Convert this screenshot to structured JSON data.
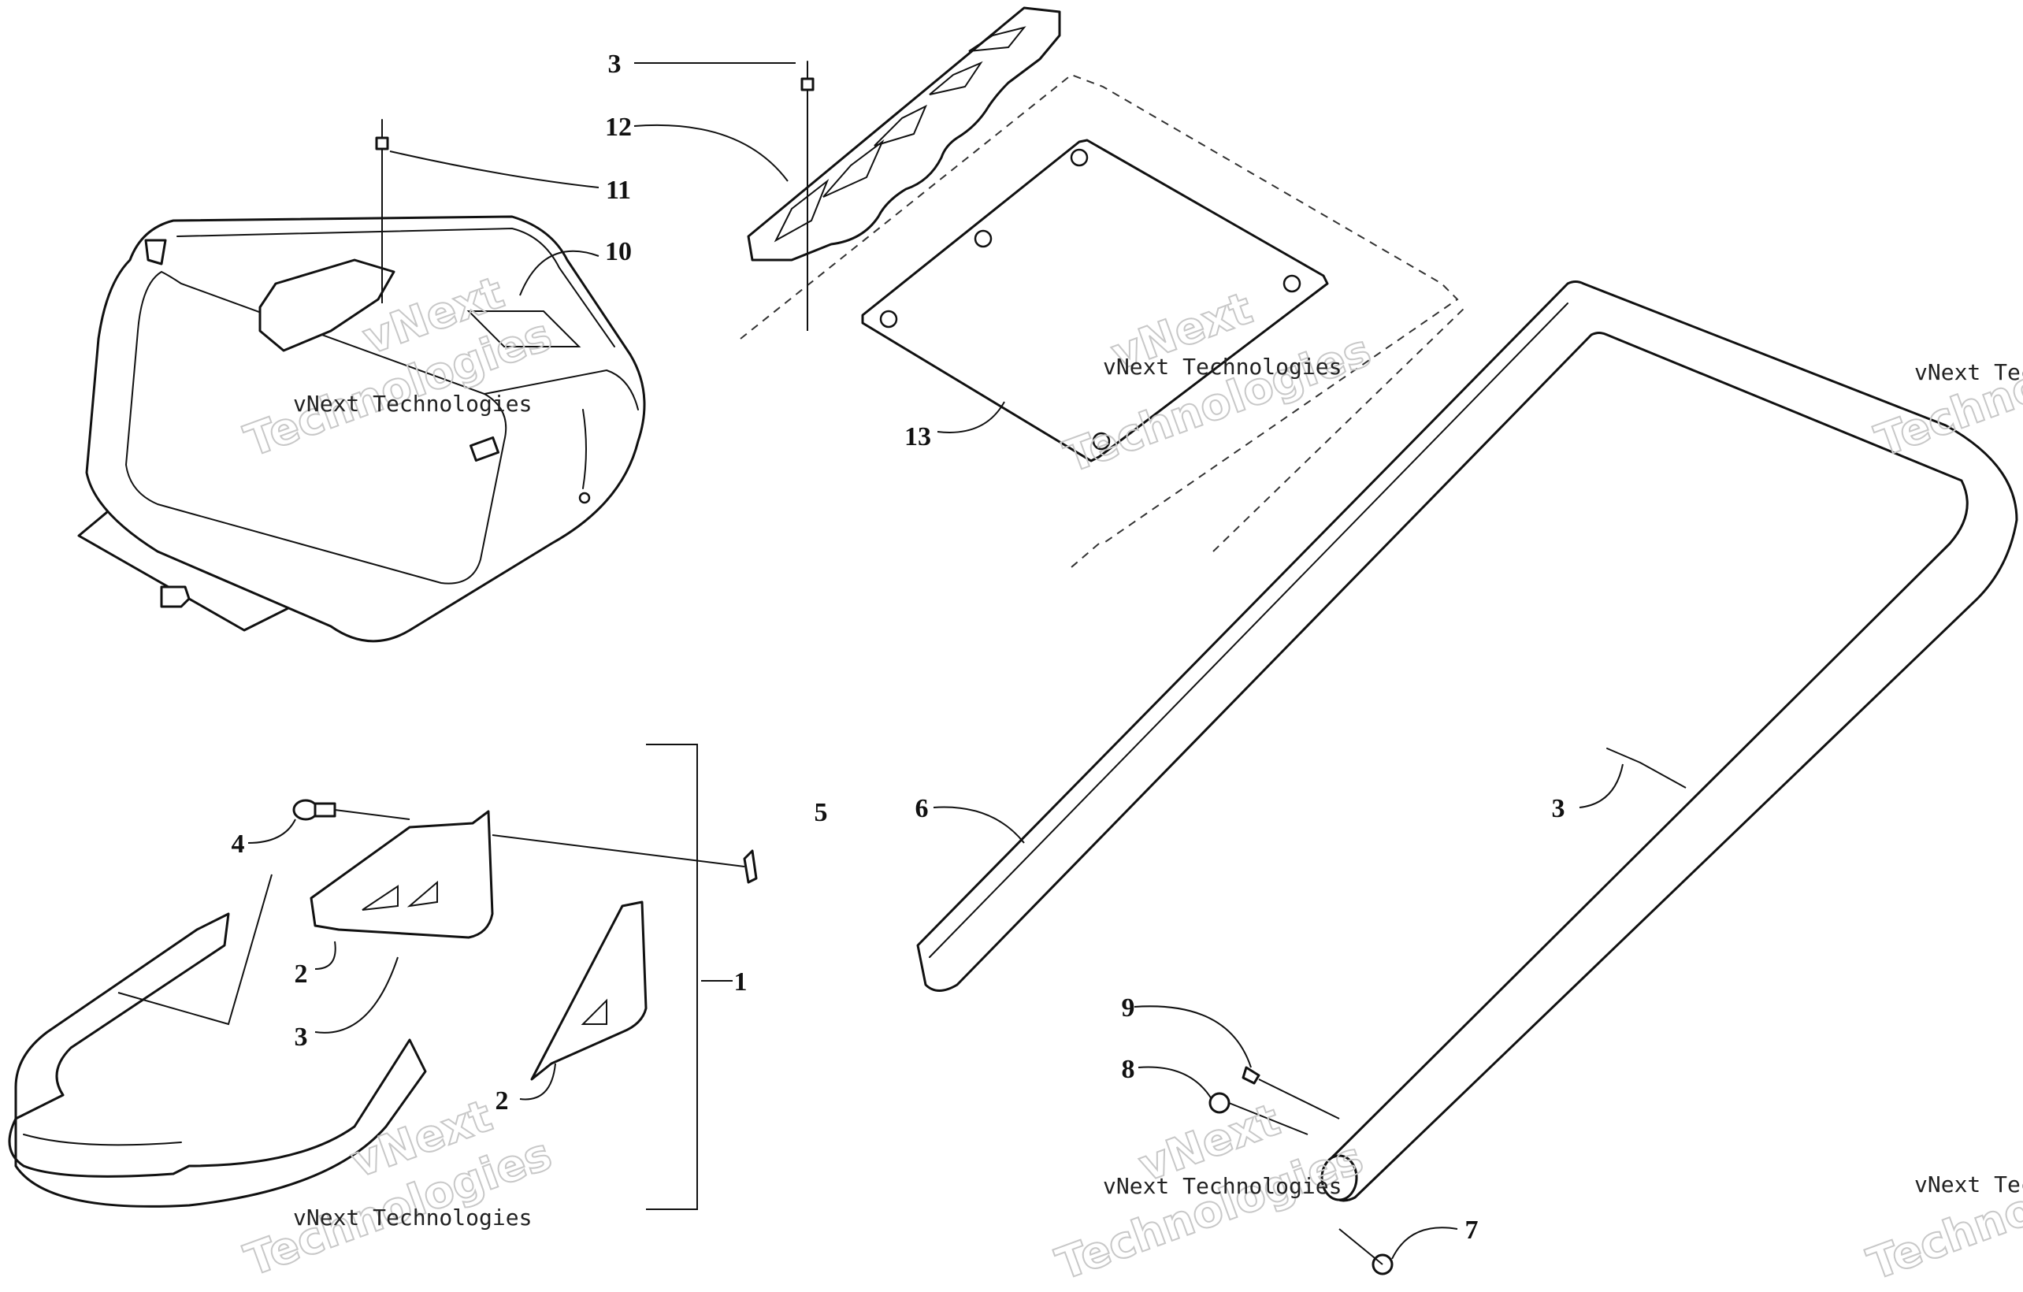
{
  "watermark": {
    "caption": "vNext Technologies",
    "brand_word": "vNext",
    "second_word": "Technologies"
  },
  "callouts": [
    {
      "id": "c3-top",
      "label": "3"
    },
    {
      "id": "c12",
      "label": "12"
    },
    {
      "id": "c11",
      "label": "11"
    },
    {
      "id": "c10",
      "label": "10"
    },
    {
      "id": "c13",
      "label": "13"
    },
    {
      "id": "c5",
      "label": "5"
    },
    {
      "id": "c4",
      "label": "4"
    },
    {
      "id": "c1",
      "label": "1"
    },
    {
      "id": "c2-upper",
      "label": "2"
    },
    {
      "id": "c3-left",
      "label": "3"
    },
    {
      "id": "c2-lower",
      "label": "2"
    },
    {
      "id": "c6",
      "label": "6"
    },
    {
      "id": "c3-right",
      "label": "3"
    },
    {
      "id": "c9",
      "label": "9"
    },
    {
      "id": "c8",
      "label": "8"
    },
    {
      "id": "c7",
      "label": "7"
    }
  ],
  "colors": {
    "line": "#111111",
    "watermark": "#c8c8c8",
    "background": "#ffffff"
  }
}
